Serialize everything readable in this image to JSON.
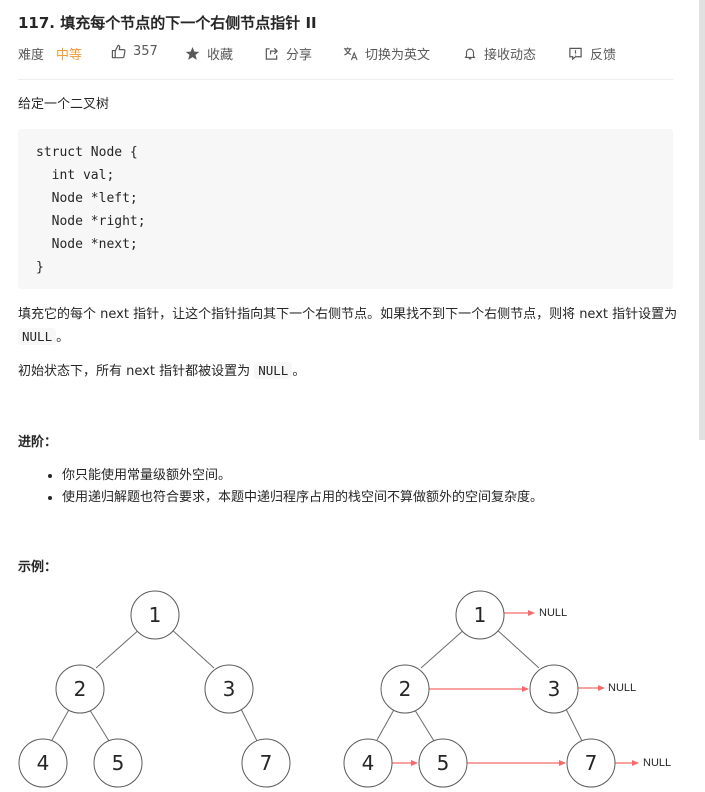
{
  "problem": {
    "title": "117. 填充每个节点的下一个右侧节点指针 II"
  },
  "meta": {
    "difficulty_label": "难度",
    "difficulty_value": "中等",
    "likes": "357",
    "collect": "收藏",
    "share": "分享",
    "switch_lang": "切换为英文",
    "subscribe": "接收动态",
    "feedback": "反馈"
  },
  "colors": {
    "difficulty": "#ef9b37",
    "arrow": "#f56a6a"
  },
  "content": {
    "intro": "给定一个二叉树",
    "code": "struct Node {\n  int val;\n  Node *left;\n  Node *right;\n  Node *next;\n}",
    "desc1_a": "填充它的每个 next 指针，让这个指针指向其下一个右侧节点。如果找不到下一个右侧节点，则将 next 指针设置为 ",
    "desc1_code": "NULL",
    "desc1_b": "。",
    "desc2_a": "初始状态下，所有 next 指针都被设置为 ",
    "desc2_code": "NULL",
    "desc2_b": "。",
    "advanced_title": "进阶：",
    "advanced": [
      "你只能使用常量级额外空间。",
      "使用递归解题也符合要求，本题中递归程序占用的栈空间不算做额外的空间复杂度。"
    ],
    "example_title": "示例："
  },
  "figure": {
    "left_nodes": [
      "1",
      "2",
      "3",
      "4",
      "5",
      "7"
    ],
    "right_nodes": [
      "1",
      "2",
      "3",
      "4",
      "5",
      "7"
    ],
    "null_label": "NULL"
  }
}
